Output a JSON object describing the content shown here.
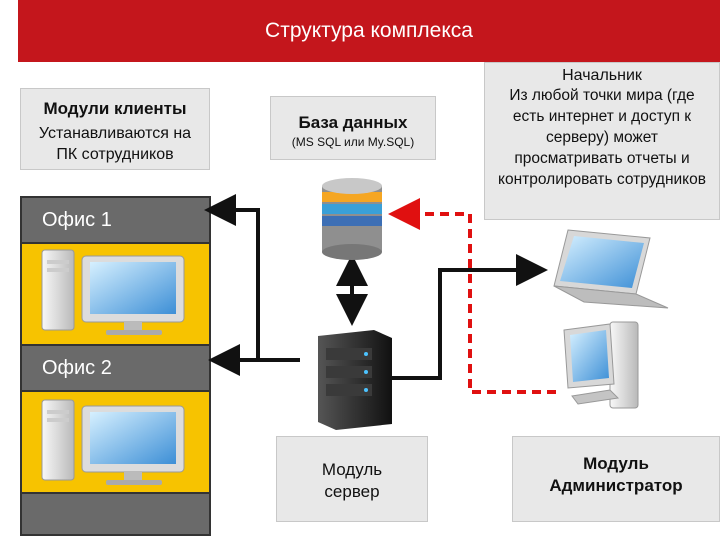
{
  "header": {
    "title": "Структура комплекса"
  },
  "clients": {
    "title": "Модули клиенты",
    "desc": "Устанавливаются на ПК сотрудников"
  },
  "database": {
    "title": "База данных",
    "desc": "(MS SQL или My.SQL)"
  },
  "boss": {
    "title": "Начальник",
    "desc": "Из любой точки мира (где есть интернет и доступ к серверу) может просматривать отчеты и контролировать сотрудников"
  },
  "office1": {
    "label": "Офис 1"
  },
  "office2": {
    "label": "Офис 2"
  },
  "server_module": {
    "label": "Модуль сервер"
  },
  "admin_module": {
    "label": "Модуль Администратор"
  },
  "colors": {
    "accent": "#c4161c",
    "office": "#f7c300",
    "dark": "#6a6a6a",
    "dashed": "#e01010"
  },
  "icons": [
    "desktop-pc-icon",
    "database-icon",
    "server-icon",
    "laptop-icon",
    "admin-pc-icon"
  ]
}
